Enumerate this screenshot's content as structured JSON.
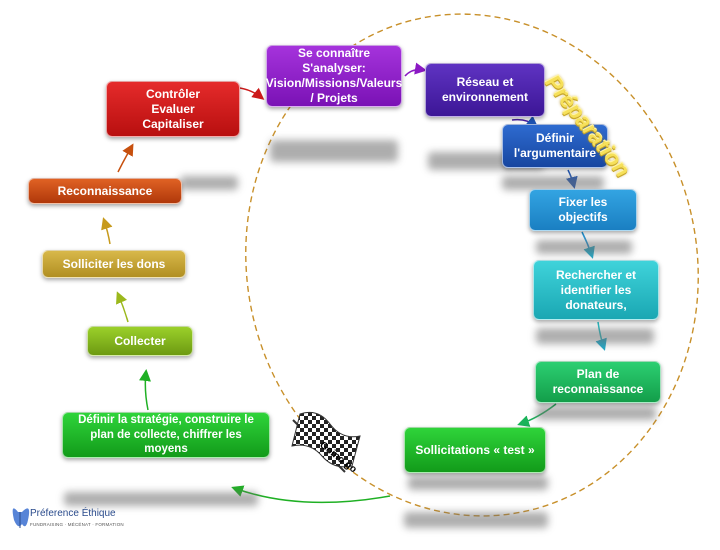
{
  "boxes": {
    "se_connaitre": [
      "Se connaître",
      "S'analyser:",
      "Vision/Missions/Valeurs",
      "/ Projets"
    ],
    "reseau": [
      "Réseau et",
      "environnement"
    ],
    "definir_argumentaire": [
      "Définir",
      "l'argumentaire"
    ],
    "fixer_objectifs": [
      "Fixer  les",
      "objectifs"
    ],
    "rechercher_donateurs": [
      "Rechercher et",
      "identifier les",
      "donateurs,"
    ],
    "plan_reconnaissance": [
      "Plan de",
      "reconnaissance"
    ],
    "sollicitations_test": [
      "Sollicitations « test »"
    ],
    "definir_strategie": [
      "Définir la stratégie, construire le",
      "plan de collecte,  chiffrer les",
      "moyens"
    ],
    "collecter": [
      "Collecter"
    ],
    "solliciter_dons": [
      "Solliciter les dons"
    ],
    "reconnaissance": [
      "Reconnaissance"
    ],
    "controler": [
      "Contrôler",
      "Evaluer",
      "Capitaliser"
    ]
  },
  "preparation_label": "Préparation",
  "flag_label": "Goino go",
  "logo": {
    "name": "Préference Éthique",
    "tagline": "FUNDRAISING · MÉCÉNAT · FORMATION"
  },
  "colors": {
    "purple": "#8b19c4",
    "indigo": "#4a1fa6",
    "blue": "#1e56b8",
    "light_blue": "#1f95d6",
    "teal": "#22c0c8",
    "green": "#1bb35a",
    "bright_green": "#1fb024",
    "olive": "#9bb81c",
    "gold": "#d0aa1c",
    "orange": "#d24a0e",
    "red": "#cc1a1a",
    "dashed_ellipse": "#c8902a"
  }
}
